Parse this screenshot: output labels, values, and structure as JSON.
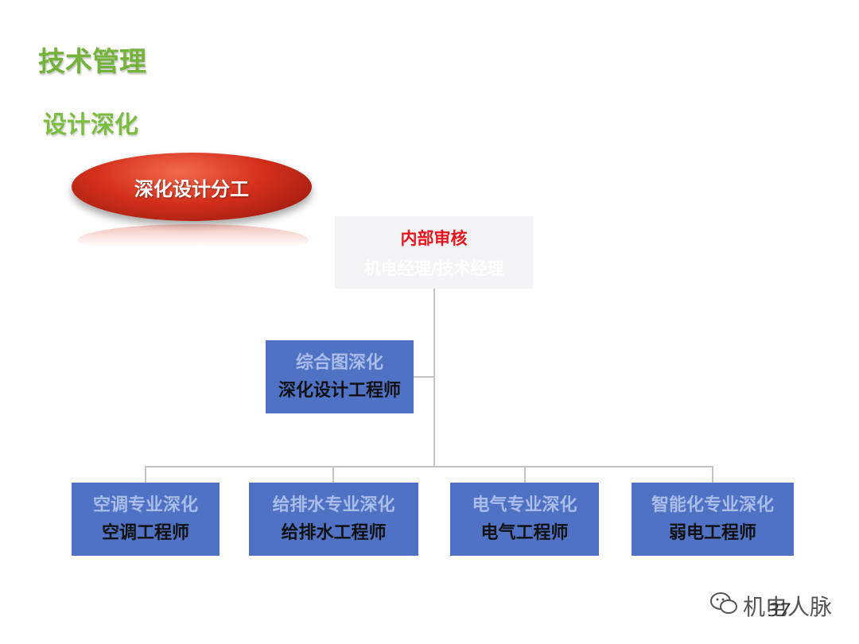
{
  "title": "技术管理",
  "subtitle": "设计深化",
  "badge": "深化设计分工",
  "top": {
    "line1": "内部审核",
    "line2": "机电经理/技术经理"
  },
  "middle": {
    "line1": "综合图深化",
    "line2": "深化设计工程师"
  },
  "bottom": [
    {
      "line1": "空调专业深化",
      "line2": "空调工程师"
    },
    {
      "line1": "给排水专业深化",
      "line2": "给排水工程师"
    },
    {
      "line1": "电气专业深化",
      "line2": "电气工程师"
    },
    {
      "line1": "智能化专业深化",
      "line2": "弱电工程师"
    }
  ],
  "watermark": "机电人脉",
  "page_number": "37",
  "colors": {
    "title": "#74b33a",
    "badge": "#d4301c",
    "box": "#4f72c4",
    "top_highlight": "#e8141b",
    "connector": "#c4c4c4"
  }
}
